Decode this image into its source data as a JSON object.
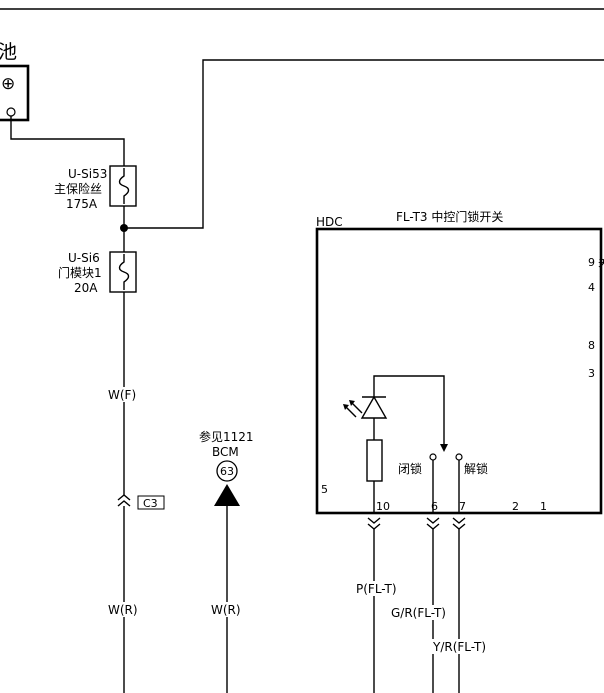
{
  "battery": {
    "label": "池",
    "plus_symbol": "⊕"
  },
  "fuse_main": {
    "id": "U-Si53",
    "name": "主保险丝",
    "rating": "175A"
  },
  "fuse_door": {
    "id": "U-Si6",
    "name": "门模块1",
    "rating": "20A"
  },
  "wire_labels": {
    "wf": "W(F)",
    "wr_left": "W(R)",
    "wr_mid": "W(R)"
  },
  "connector_c3": "C3",
  "bcm_ref": {
    "ref": "参见1121",
    "module": "BCM",
    "pin": "63"
  },
  "hdc_box": {
    "label": "HDC",
    "title": "FL-T3 中控门锁开关",
    "right_pins": [
      "9",
      "4",
      "8",
      "3"
    ],
    "edge_char": "关",
    "pin_left": "5",
    "bottom_pins": [
      "10",
      "6",
      "7",
      "2",
      "1"
    ],
    "switch_close": "闭锁",
    "switch_open": "解锁"
  },
  "bottom_wires": [
    "P(FL-T)",
    "G/R(FL-T)",
    "Y/R(FL-T)"
  ],
  "colors": {
    "line": "#000000",
    "background": "#ffffff"
  }
}
